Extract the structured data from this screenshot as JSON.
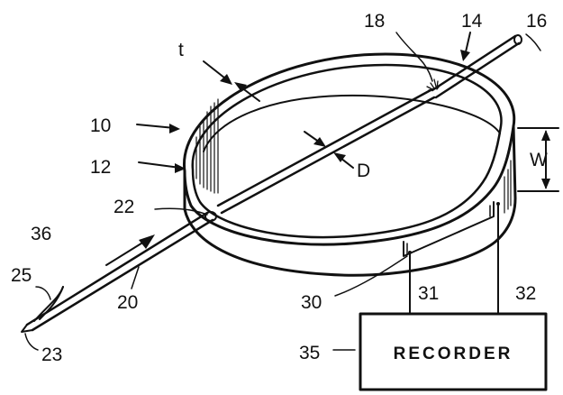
{
  "labels": {
    "n10": "10",
    "n12": "12",
    "n14": "14",
    "n16": "16",
    "n18": "18",
    "n20": "20",
    "n22": "22",
    "n23": "23",
    "n25": "25",
    "n30": "30",
    "n31": "31",
    "n32": "32",
    "n35": "35",
    "n36": "36",
    "t": "t",
    "D": "D",
    "W": "W"
  },
  "recorder": {
    "label": "RECORDER"
  }
}
